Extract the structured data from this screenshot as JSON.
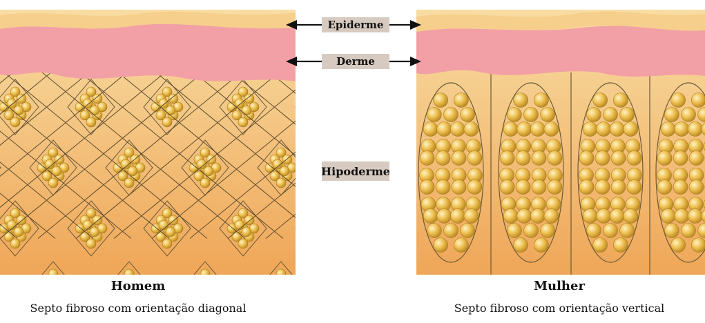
{
  "labels": {
    "epiderme": "Epiderme",
    "derme": "Derme",
    "hipoderme": "Hipoderme"
  },
  "left": {
    "title": "Homem",
    "subtitle": "Septo fibroso com orientação diagonal"
  },
  "right": {
    "title": "Mulher",
    "subtitle": "Septo fibroso com orientação vertical"
  },
  "colors": {
    "epiderme": "#f6cf8c",
    "derme": "#f2a0a6",
    "hipoderme_top": "#f7d79a",
    "hipoderme_bottom": "#f0a857",
    "septum": "#5b4a2c",
    "fat_cell": "#e8b23c",
    "label_bg": "#d7cac0"
  }
}
